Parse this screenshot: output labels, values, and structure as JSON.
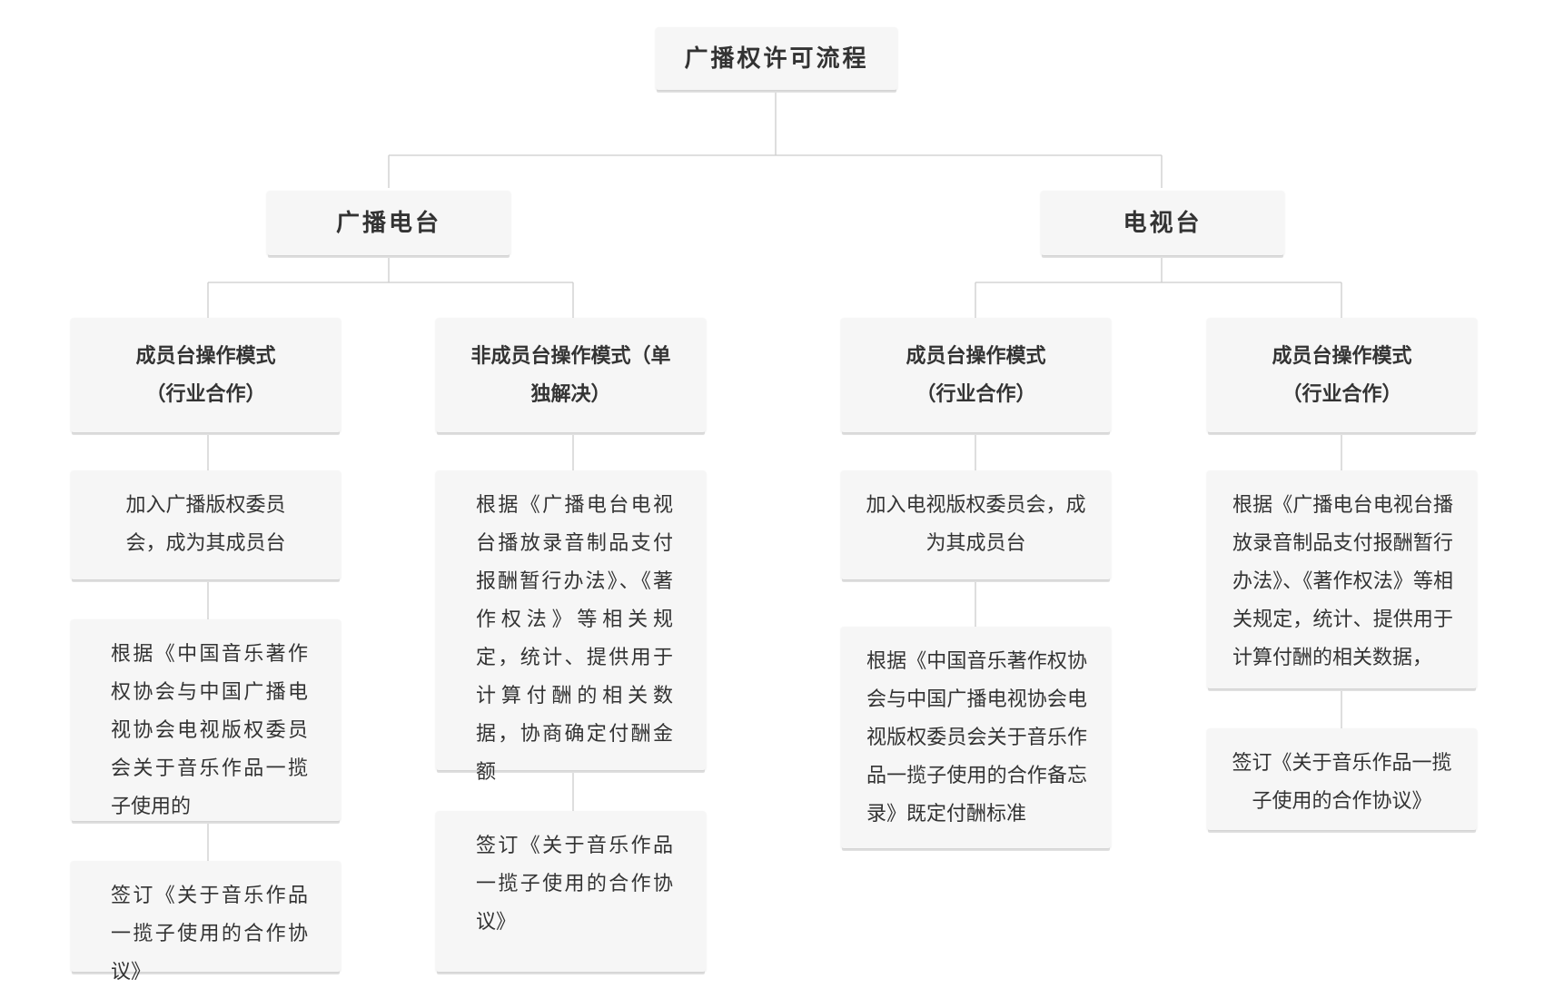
{
  "root": {
    "label": "广播权许可流程"
  },
  "branches": [
    {
      "label": "广播电台",
      "modes": [
        {
          "label": "成员台操作模式（行业合作）",
          "steps": [
            "加入广播版权委员会，成为其成员台",
            "根据《中国音乐著作权协会与中国广播电视协会电视版权委员会关于音乐作品一揽子使用的",
            "签订《关于音乐作品一揽子使用的合作协议》"
          ]
        },
        {
          "label": "非成员台操作模式（单独解决）",
          "steps": [
            "根据《广播电台电视台播放录音制品支付报酬暂行办法》、《著作权法》等相关规定，统计、提供用于计算付酬的相关数据，协商确定付酬金额",
            "签订《关于音乐作品一揽子使用的合作协议》"
          ]
        }
      ]
    },
    {
      "label": "电视台",
      "modes": [
        {
          "label": "成员台操作模式（行业合作）",
          "steps": [
            "加入电视版权委员会，成为其成员台",
            "根据《中国音乐著作权协会与中国广播电视协会电视版权委员会关于音乐作品一揽子使用的合作备忘录》既定付酬标准"
          ]
        },
        {
          "label": "成员台操作模式（行业合作）",
          "steps": [
            "根据《广播电台电视台播放录音制品支付报酬暂行办法》、《著作权法》等相关规定，统计、提供用于计算付酬的相关数据，",
            "签订《关于音乐作品一揽子使用的合作协议》"
          ]
        }
      ]
    }
  ]
}
